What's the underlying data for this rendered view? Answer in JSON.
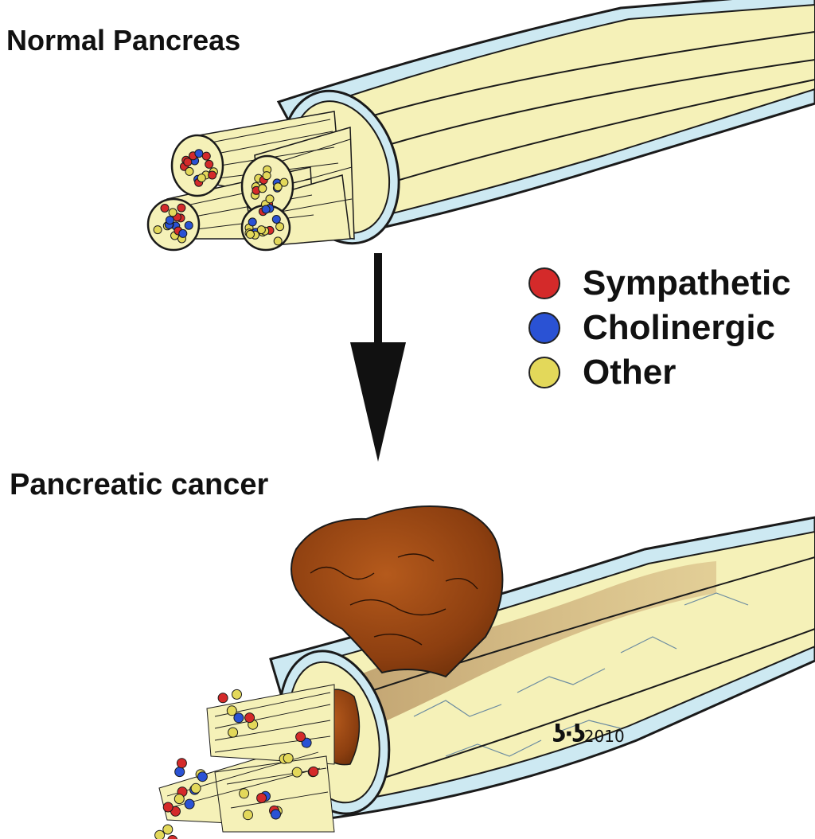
{
  "panels": {
    "top_title": "Normal Pancreas",
    "bottom_title": "Pancreatic cancer"
  },
  "legend": {
    "items": [
      {
        "label": "Sympathetic",
        "color": "#d42a2a"
      },
      {
        "label": "Cholinergic",
        "color": "#2a52d4"
      },
      {
        "label": "Other",
        "color": "#e3d85a"
      }
    ]
  },
  "signature": {
    "year": "2010"
  },
  "colors": {
    "nerve_fill": "#f5f1b8",
    "sheath": "#cde9f2",
    "tumor": "#9b4a14",
    "outline": "#1a1a1a"
  }
}
